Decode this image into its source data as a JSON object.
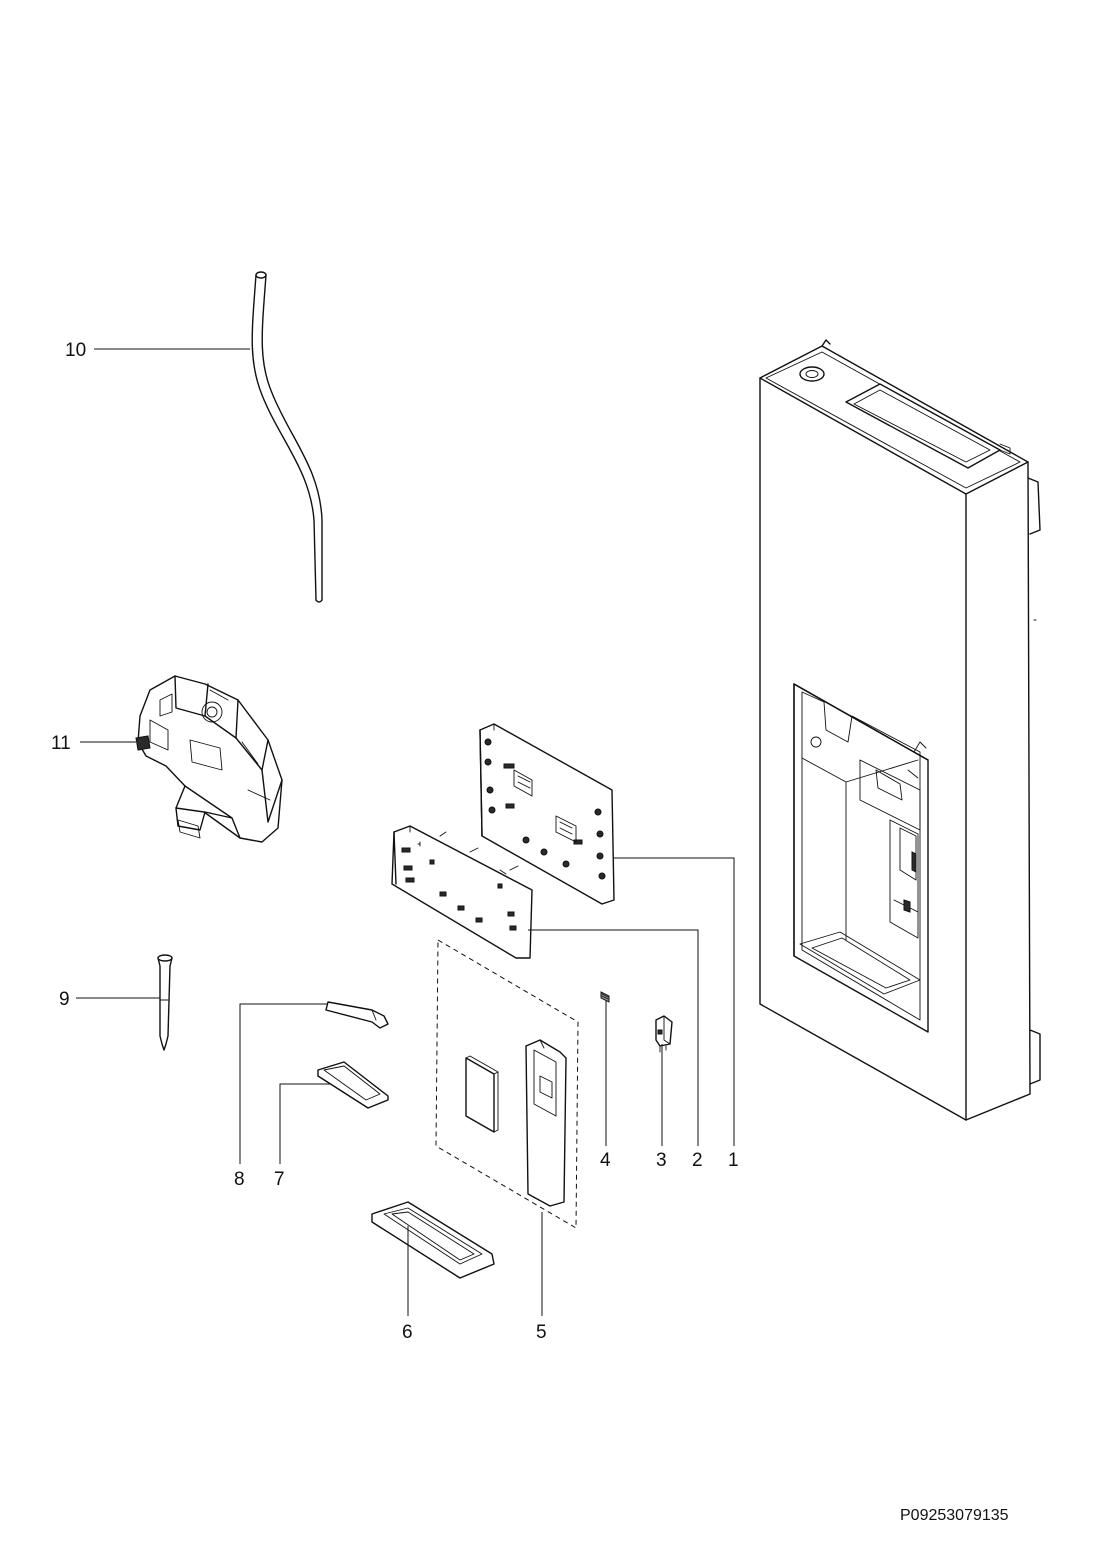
{
  "diagram": {
    "callouts": [
      "1",
      "2",
      "3",
      "4",
      "5",
      "6",
      "7",
      "8",
      "9",
      "10",
      "11"
    ],
    "document_code": "P09253079135"
  },
  "colors": {
    "line": "#111111",
    "background": "#ffffff"
  }
}
